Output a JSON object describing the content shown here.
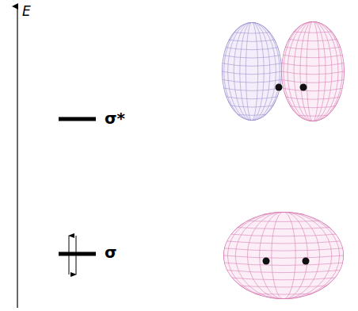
{
  "diagram": {
    "labels": [
      "E",
      "σ*",
      "σ"
    ]
  }
}
